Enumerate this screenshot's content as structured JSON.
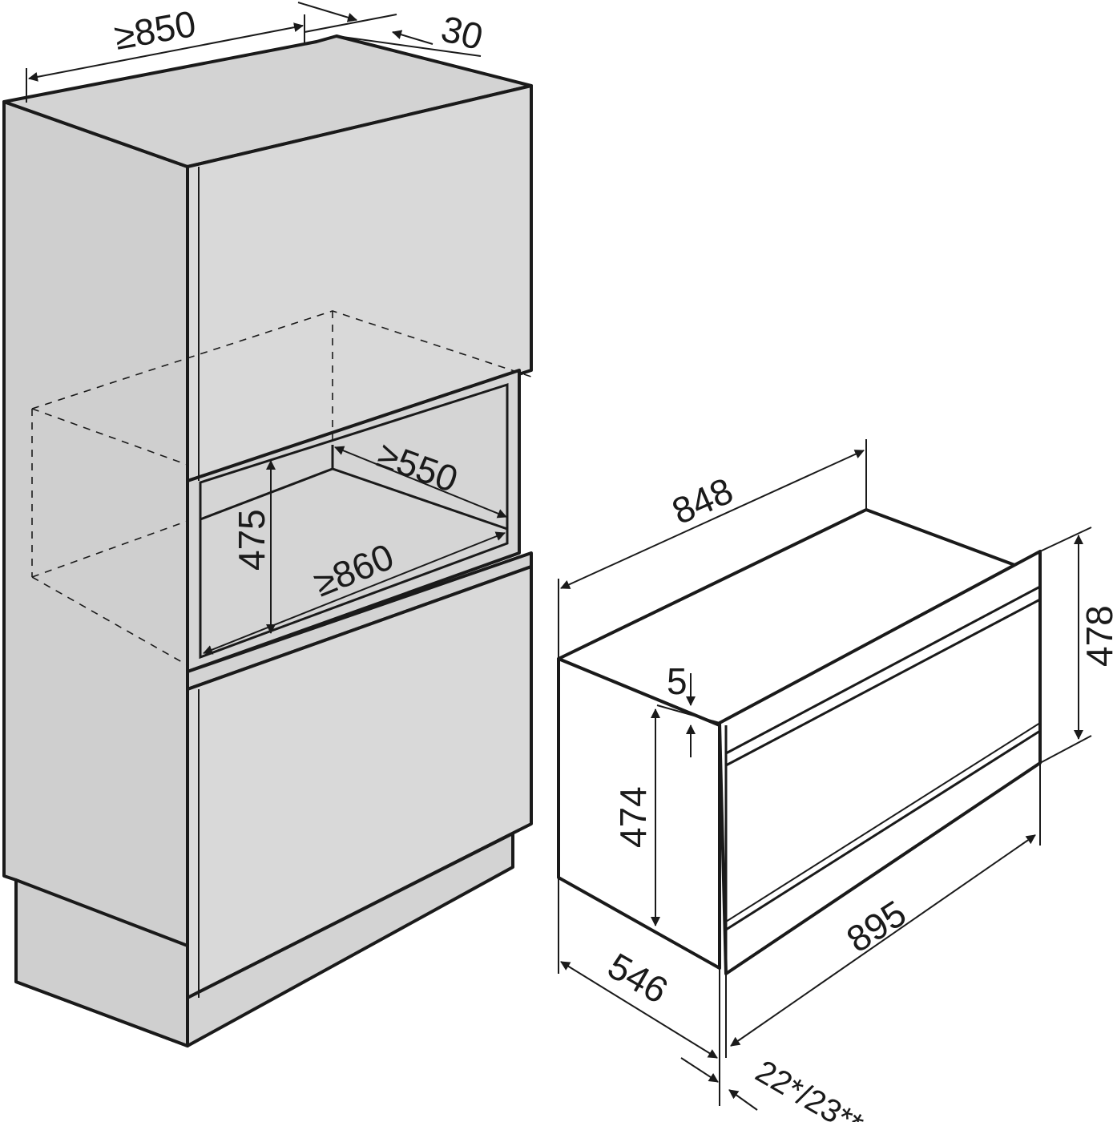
{
  "colors": {
    "cabinet_face": "#d9d9d9",
    "cabinet_side": "#cfcfcf",
    "appliance_face": "#ffffff",
    "line": "#1a1a1a"
  },
  "cabinet_dimensions": {
    "width": "≥850",
    "depth_offset": "30",
    "niche_depth": "≥550",
    "niche_width": "≥860",
    "niche_height": "475"
  },
  "appliance_dimensions": {
    "body_width": "848",
    "front_height": "478",
    "gap": "5",
    "body_height": "474",
    "front_width": "895",
    "body_depth": "546",
    "front_thickness": "22*/23**"
  }
}
